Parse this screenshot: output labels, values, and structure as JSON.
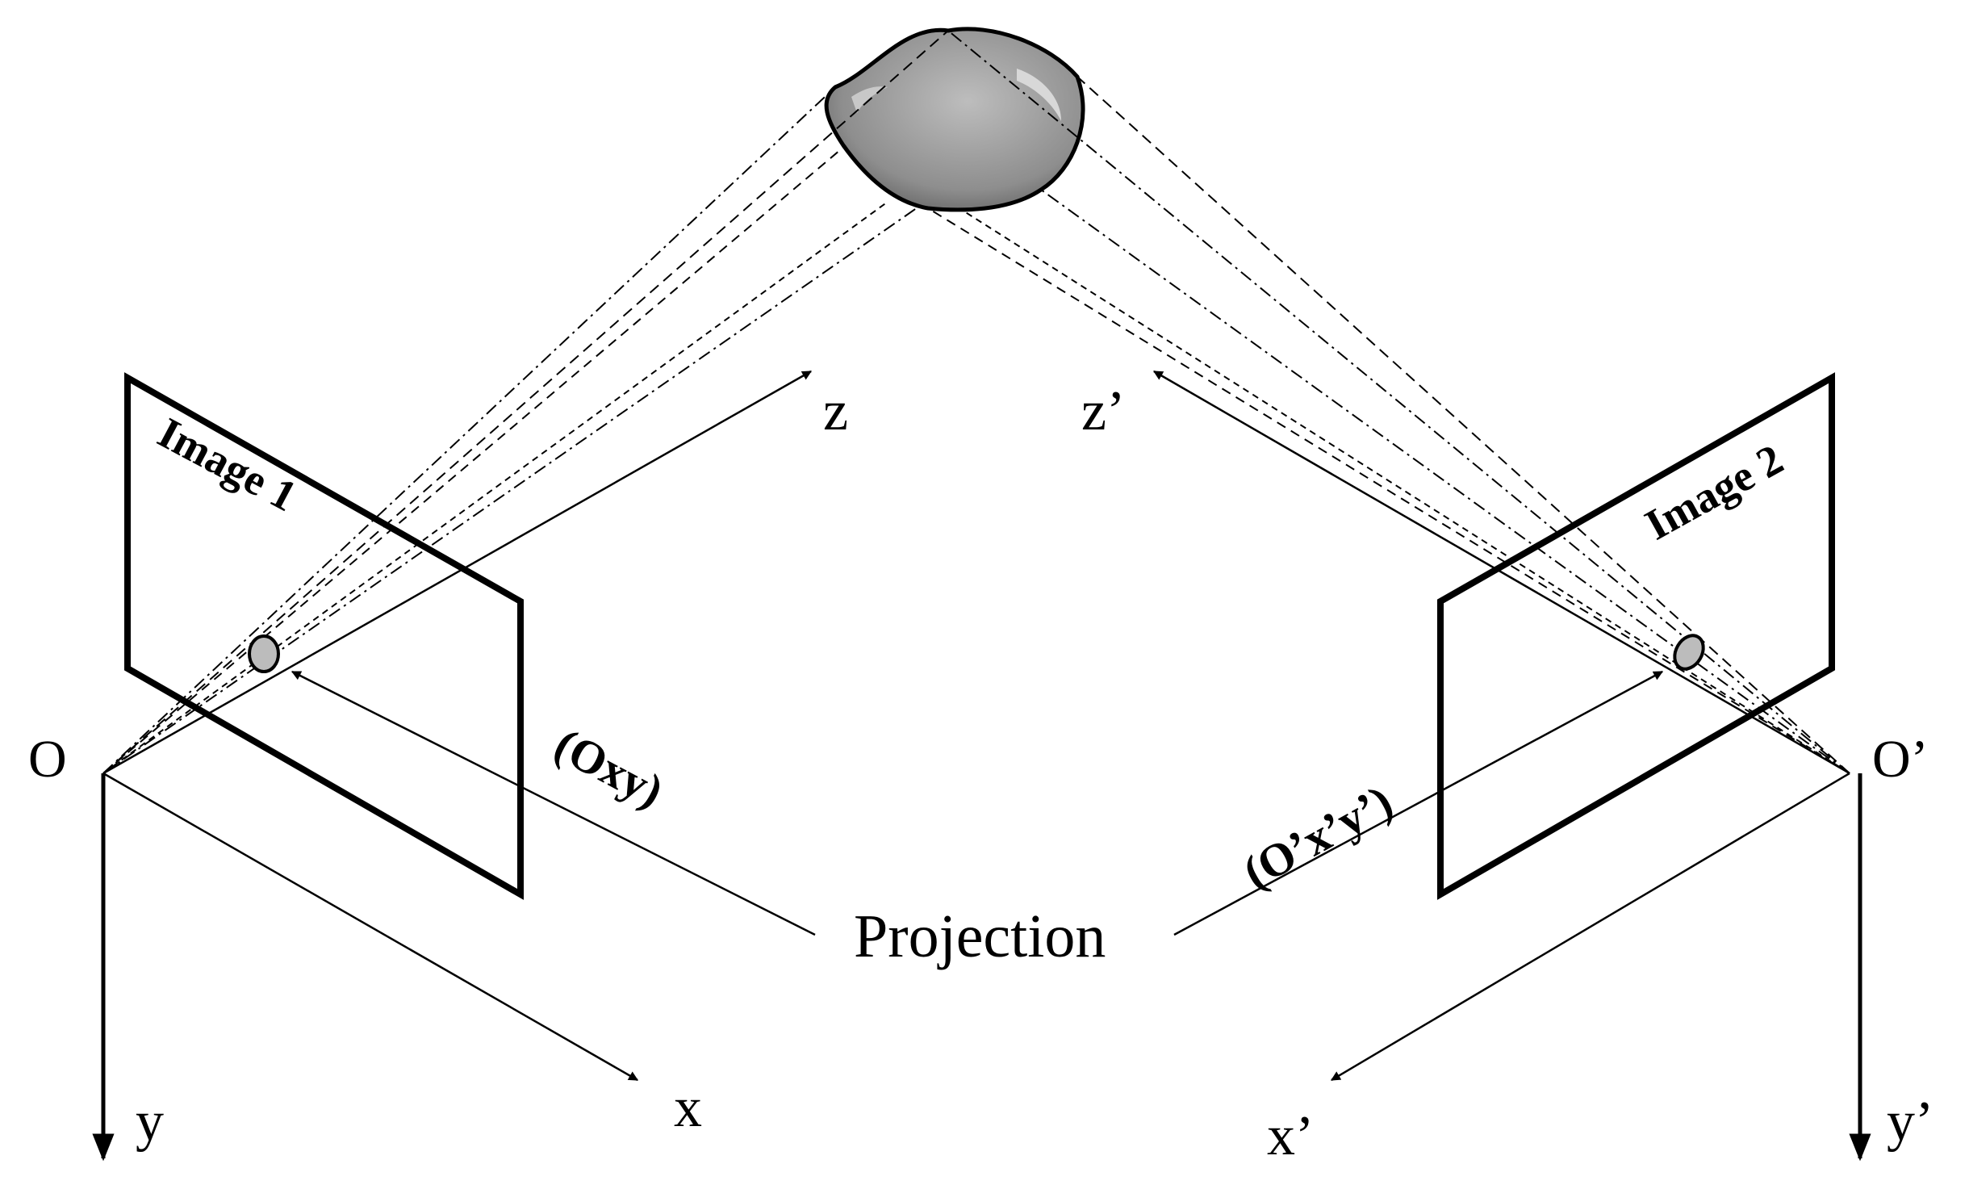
{
  "figure": {
    "image1_label": "Image 1",
    "image2_label": "Image 2",
    "origin_left": "O",
    "origin_right": "O’",
    "axis_left_z": "z",
    "axis_left_x": "x",
    "axis_left_y": "y",
    "axis_right_z": "z’",
    "axis_right_x": "x’",
    "axis_right_y": "y’",
    "plane_left_label": "(Oxy)",
    "plane_right_label": "(O’x’y’)",
    "projection_label": "Projection"
  },
  "colors": {
    "ink": "#000000",
    "object_fill": "#9a9a9a",
    "object_highlight": "#d4d4d4",
    "background": "#ffffff"
  }
}
